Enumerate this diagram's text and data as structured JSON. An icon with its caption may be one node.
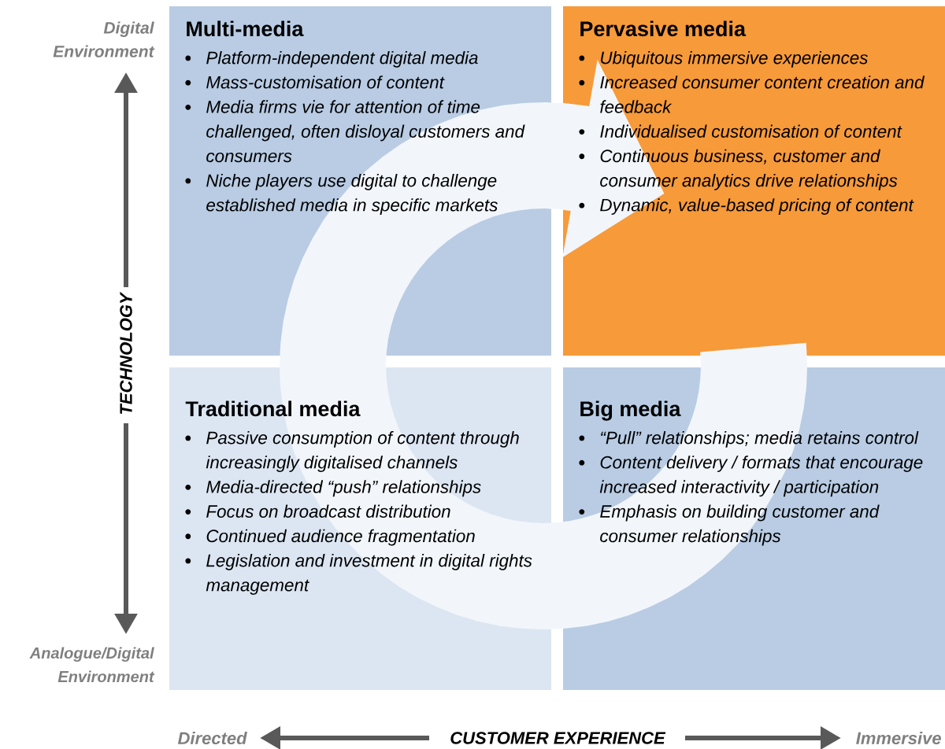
{
  "diagram": {
    "nodes": [
      {
        "text": [
          "Multi-media",
          "Platform-independent digital media",
          "Mass-customisation of content",
          "Media firms vie for attention of time challenged, often disloyal customers and consumers",
          "Niche players use digital to challenge established media in specific markets"
        ]
      },
      {
        "text": [
          "Pervasive media",
          "Ubiquitous immersive experiences",
          "Increased consumer content creation and feedback",
          "Individualised customisation of content",
          "Continuous business, customer and consumer analytics drive relationships",
          "Dynamic, value-based pricing of content"
        ]
      },
      {
        "text": [
          "Traditional media",
          "Passive consumption of content through increasingly digitalised channels",
          "Media-directed “push” relationships",
          "Focus on broadcast distribution",
          "Continued audience fragmentation",
          "Legislation and investment in digital rights management"
        ]
      },
      {
        "text": [
          "Big media",
          "“Pull” relationships; media retains control",
          "Content delivery / formats that encourage increased interactivity / participation",
          "Emphasis on building customer and consumer relationships"
        ]
      }
    ],
    "labels": [
      "Digital Environment",
      "TECHNOLOGY",
      "Analogue/Digital Environment",
      "Directed",
      "CUSTOMER EXPERIENCE",
      "Immersive"
    ]
  }
}
